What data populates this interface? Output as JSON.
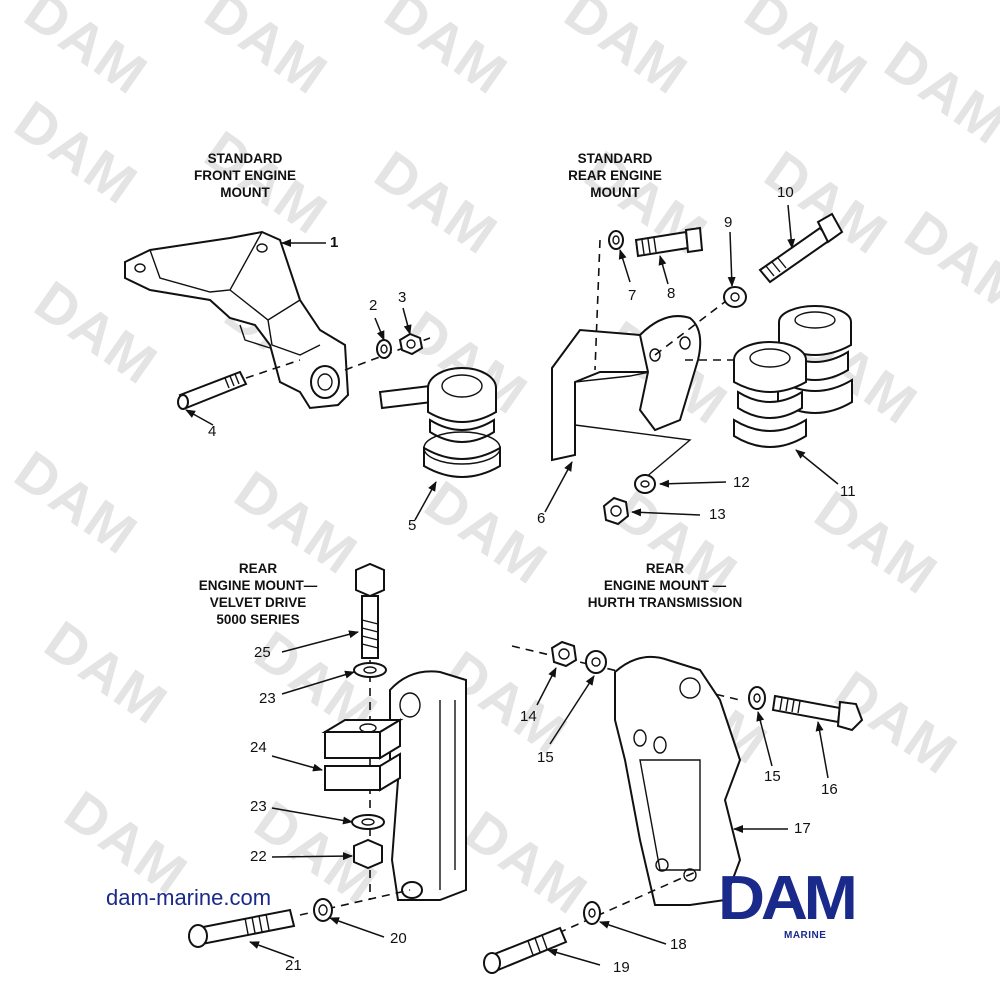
{
  "watermark": {
    "text": "DAM"
  },
  "sections": {
    "front_mount": {
      "title_lines": [
        "STANDARD",
        "FRONT ENGINE",
        "MOUNT"
      ]
    },
    "rear_mount": {
      "title_lines": [
        "STANDARD",
        "REAR ENGINE",
        "MOUNT"
      ]
    },
    "velvet_drive": {
      "title_lines": [
        "REAR",
        "ENGINE MOUNT—",
        "VELVET DRIVE",
        "5000 SERIES"
      ]
    },
    "hurth": {
      "title_lines": [
        "REAR",
        "ENGINE MOUNT —",
        "HURTH TRANSMISSION"
      ]
    }
  },
  "callouts": {
    "c1": "1",
    "c2": "2",
    "c3": "3",
    "c4": "4",
    "c5": "5",
    "c6": "6",
    "c7": "7",
    "c8": "8",
    "c9": "9",
    "c10": "10",
    "c11": "11",
    "c12": "12",
    "c13": "13",
    "c14": "14",
    "c15a": "15",
    "c15b": "15",
    "c16": "16",
    "c17": "17",
    "c18": "18",
    "c19": "19",
    "c20": "20",
    "c21": "21",
    "c22": "22",
    "c23a": "23",
    "c23b": "23",
    "c24": "24",
    "c25": "25"
  },
  "website": {
    "text": "dam-marine.com"
  },
  "logo": {
    "word": "DAM",
    "sub": "MARINE"
  },
  "colors": {
    "brand_blue": "#1a2a8a",
    "line": "#111111",
    "watermark": "#e4e4e4"
  }
}
